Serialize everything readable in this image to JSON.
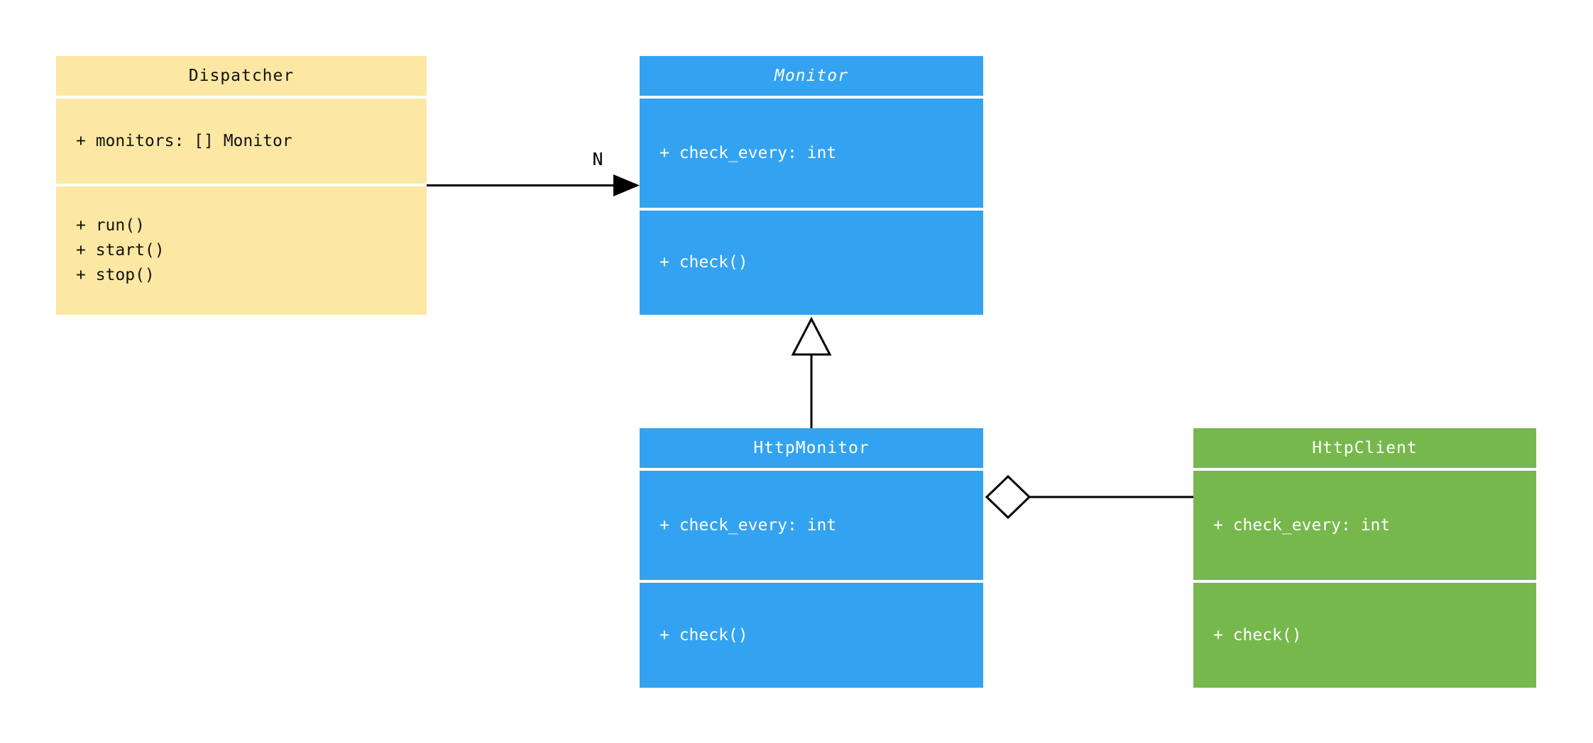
{
  "colors": {
    "dispatcher_fill": "#FCE8A3",
    "monitor_fill": "#33A3F1",
    "http_monitor_fill": "#33A3F1",
    "http_client_fill": "#77B84D",
    "connector_color": "#000000"
  },
  "classes": {
    "dispatcher": {
      "title": "Dispatcher",
      "attributes": [
        "+ monitors: [] Monitor"
      ],
      "methods": [
        "+ run()",
        "+ start()",
        "+ stop()"
      ]
    },
    "monitor": {
      "title": "Monitor",
      "abstract": true,
      "attributes": [
        "+ check_every: int"
      ],
      "methods": [
        "+ check()"
      ]
    },
    "http_monitor": {
      "title": "HttpMonitor",
      "attributes": [
        "+ check_every: int"
      ],
      "methods": [
        "+ check()"
      ]
    },
    "http_client": {
      "title": "HttpClient",
      "attributes": [
        "+ check_every: int"
      ],
      "methods": [
        "+ check()"
      ]
    }
  },
  "relations": {
    "dispatcher_to_monitor": {
      "type": "association",
      "multiplicity": "N"
    },
    "http_monitor_to_monitor": {
      "type": "inheritance"
    },
    "http_monitor_to_http_client": {
      "type": "aggregation"
    }
  }
}
